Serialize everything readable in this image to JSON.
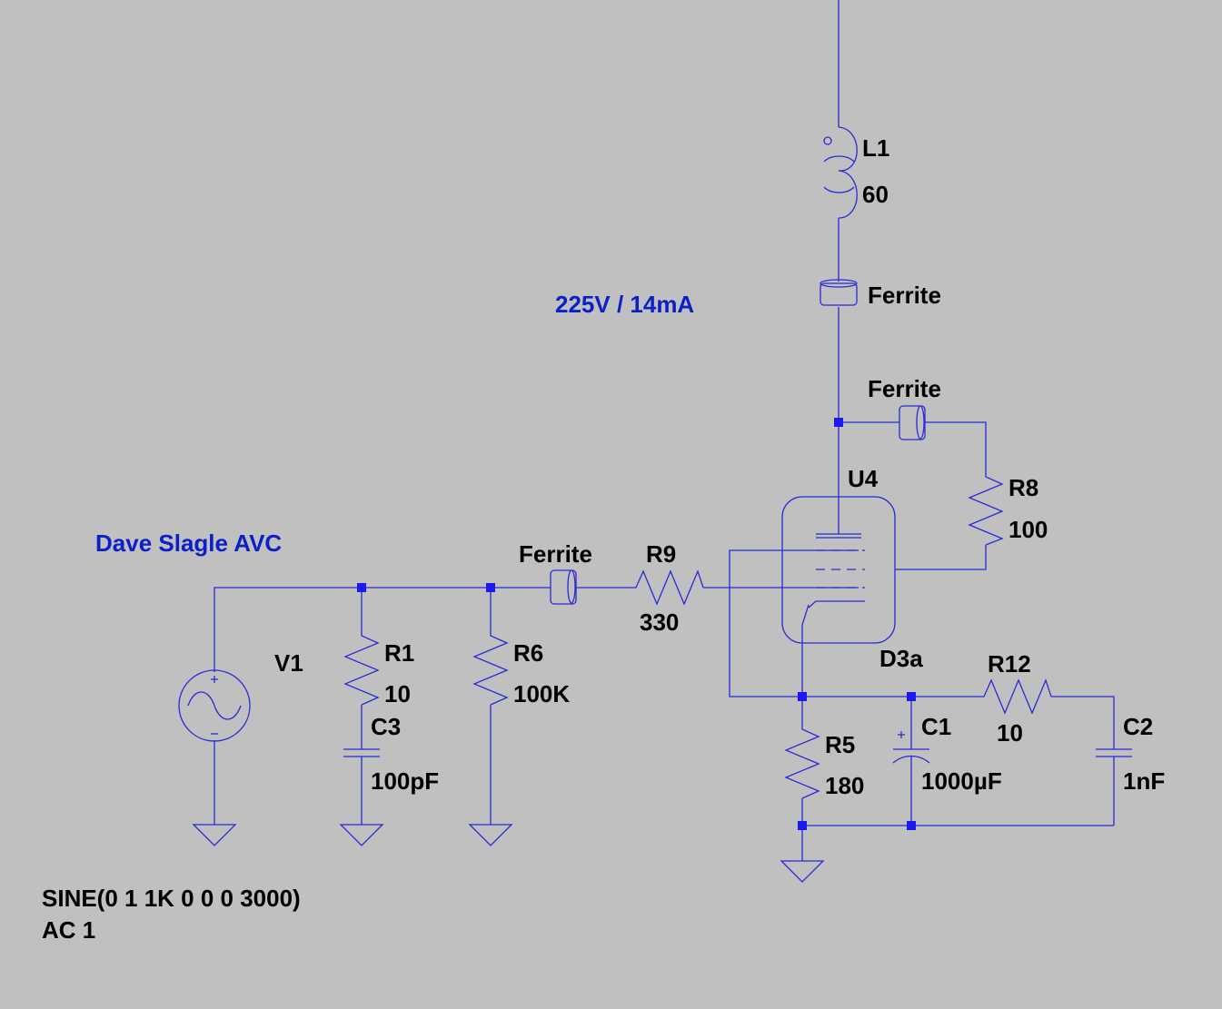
{
  "labels": {
    "L1_name": "L1",
    "L1_value": "60",
    "ferrite_top": "Ferrite",
    "ferrite_plate": "Ferrite",
    "ferrite_grid": "Ferrite",
    "supply_note": "225V / 14mA",
    "title_note": "Dave Slagle AVC",
    "U4_name": "U4",
    "U4_model": "D3a",
    "R8_name": "R8",
    "R8_value": "100",
    "R9_name": "R9",
    "R9_value": "330",
    "V1_name": "V1",
    "R1_name": "R1",
    "R1_value": "10",
    "C3_name": "C3",
    "C3_value": "100pF",
    "R6_name": "R6",
    "R6_value": "100K",
    "R5_name": "R5",
    "R5_value": "180",
    "C1_name": "C1",
    "C1_value": "1000µF",
    "R12_name": "R12",
    "R12_value": "10",
    "C2_name": "C2",
    "C2_value": "1nF",
    "source_line1": "SINE(0 1 1K 0 0 0 3000)",
    "source_line2": "AC 1"
  },
  "colors": {
    "background": "#c0c0c0",
    "wire": "#2a2ad6",
    "junction": "#1a1aee",
    "note_text": "#0b20c8",
    "label_text": "#000000"
  }
}
